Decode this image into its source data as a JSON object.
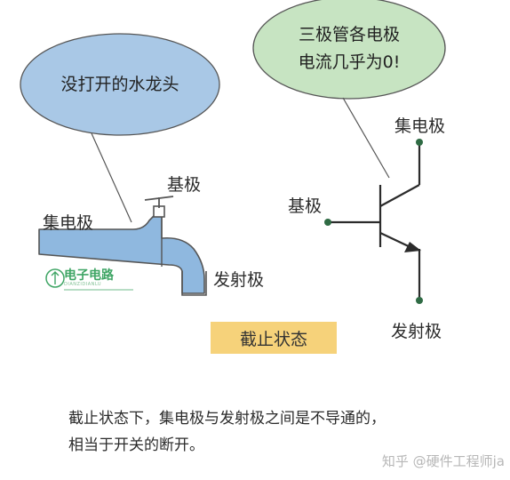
{
  "colors": {
    "faucet_blue": "#8fb8df",
    "faucet_outline": "#555555",
    "left_bubble": "#a9c8e6",
    "right_bubble": "#c7e4c2",
    "node_green": "#2f6b44",
    "state_box": "#f6d27a",
    "logo_green": "#3fa565"
  },
  "faucet": {
    "bubble_text": "没打开的水龙头",
    "collector_label": "集电极",
    "base_label": "基极",
    "emitter_label": "发射极",
    "logo_title": "电子电路",
    "logo_subtitle": "DIANZIDIANLU"
  },
  "transistor": {
    "bubble_line1": "三极管各电极",
    "bubble_line2": "电流几乎为0!",
    "collector_label": "集电极",
    "base_label": "基极",
    "emitter_label": "发射极"
  },
  "state_label": "截止状态",
  "caption": {
    "line1": "截止状态下，集电极与发射极之间是不导通的，",
    "line2": "相当于开关的断开。"
  },
  "watermark": "知乎 @硬件工程师ja"
}
